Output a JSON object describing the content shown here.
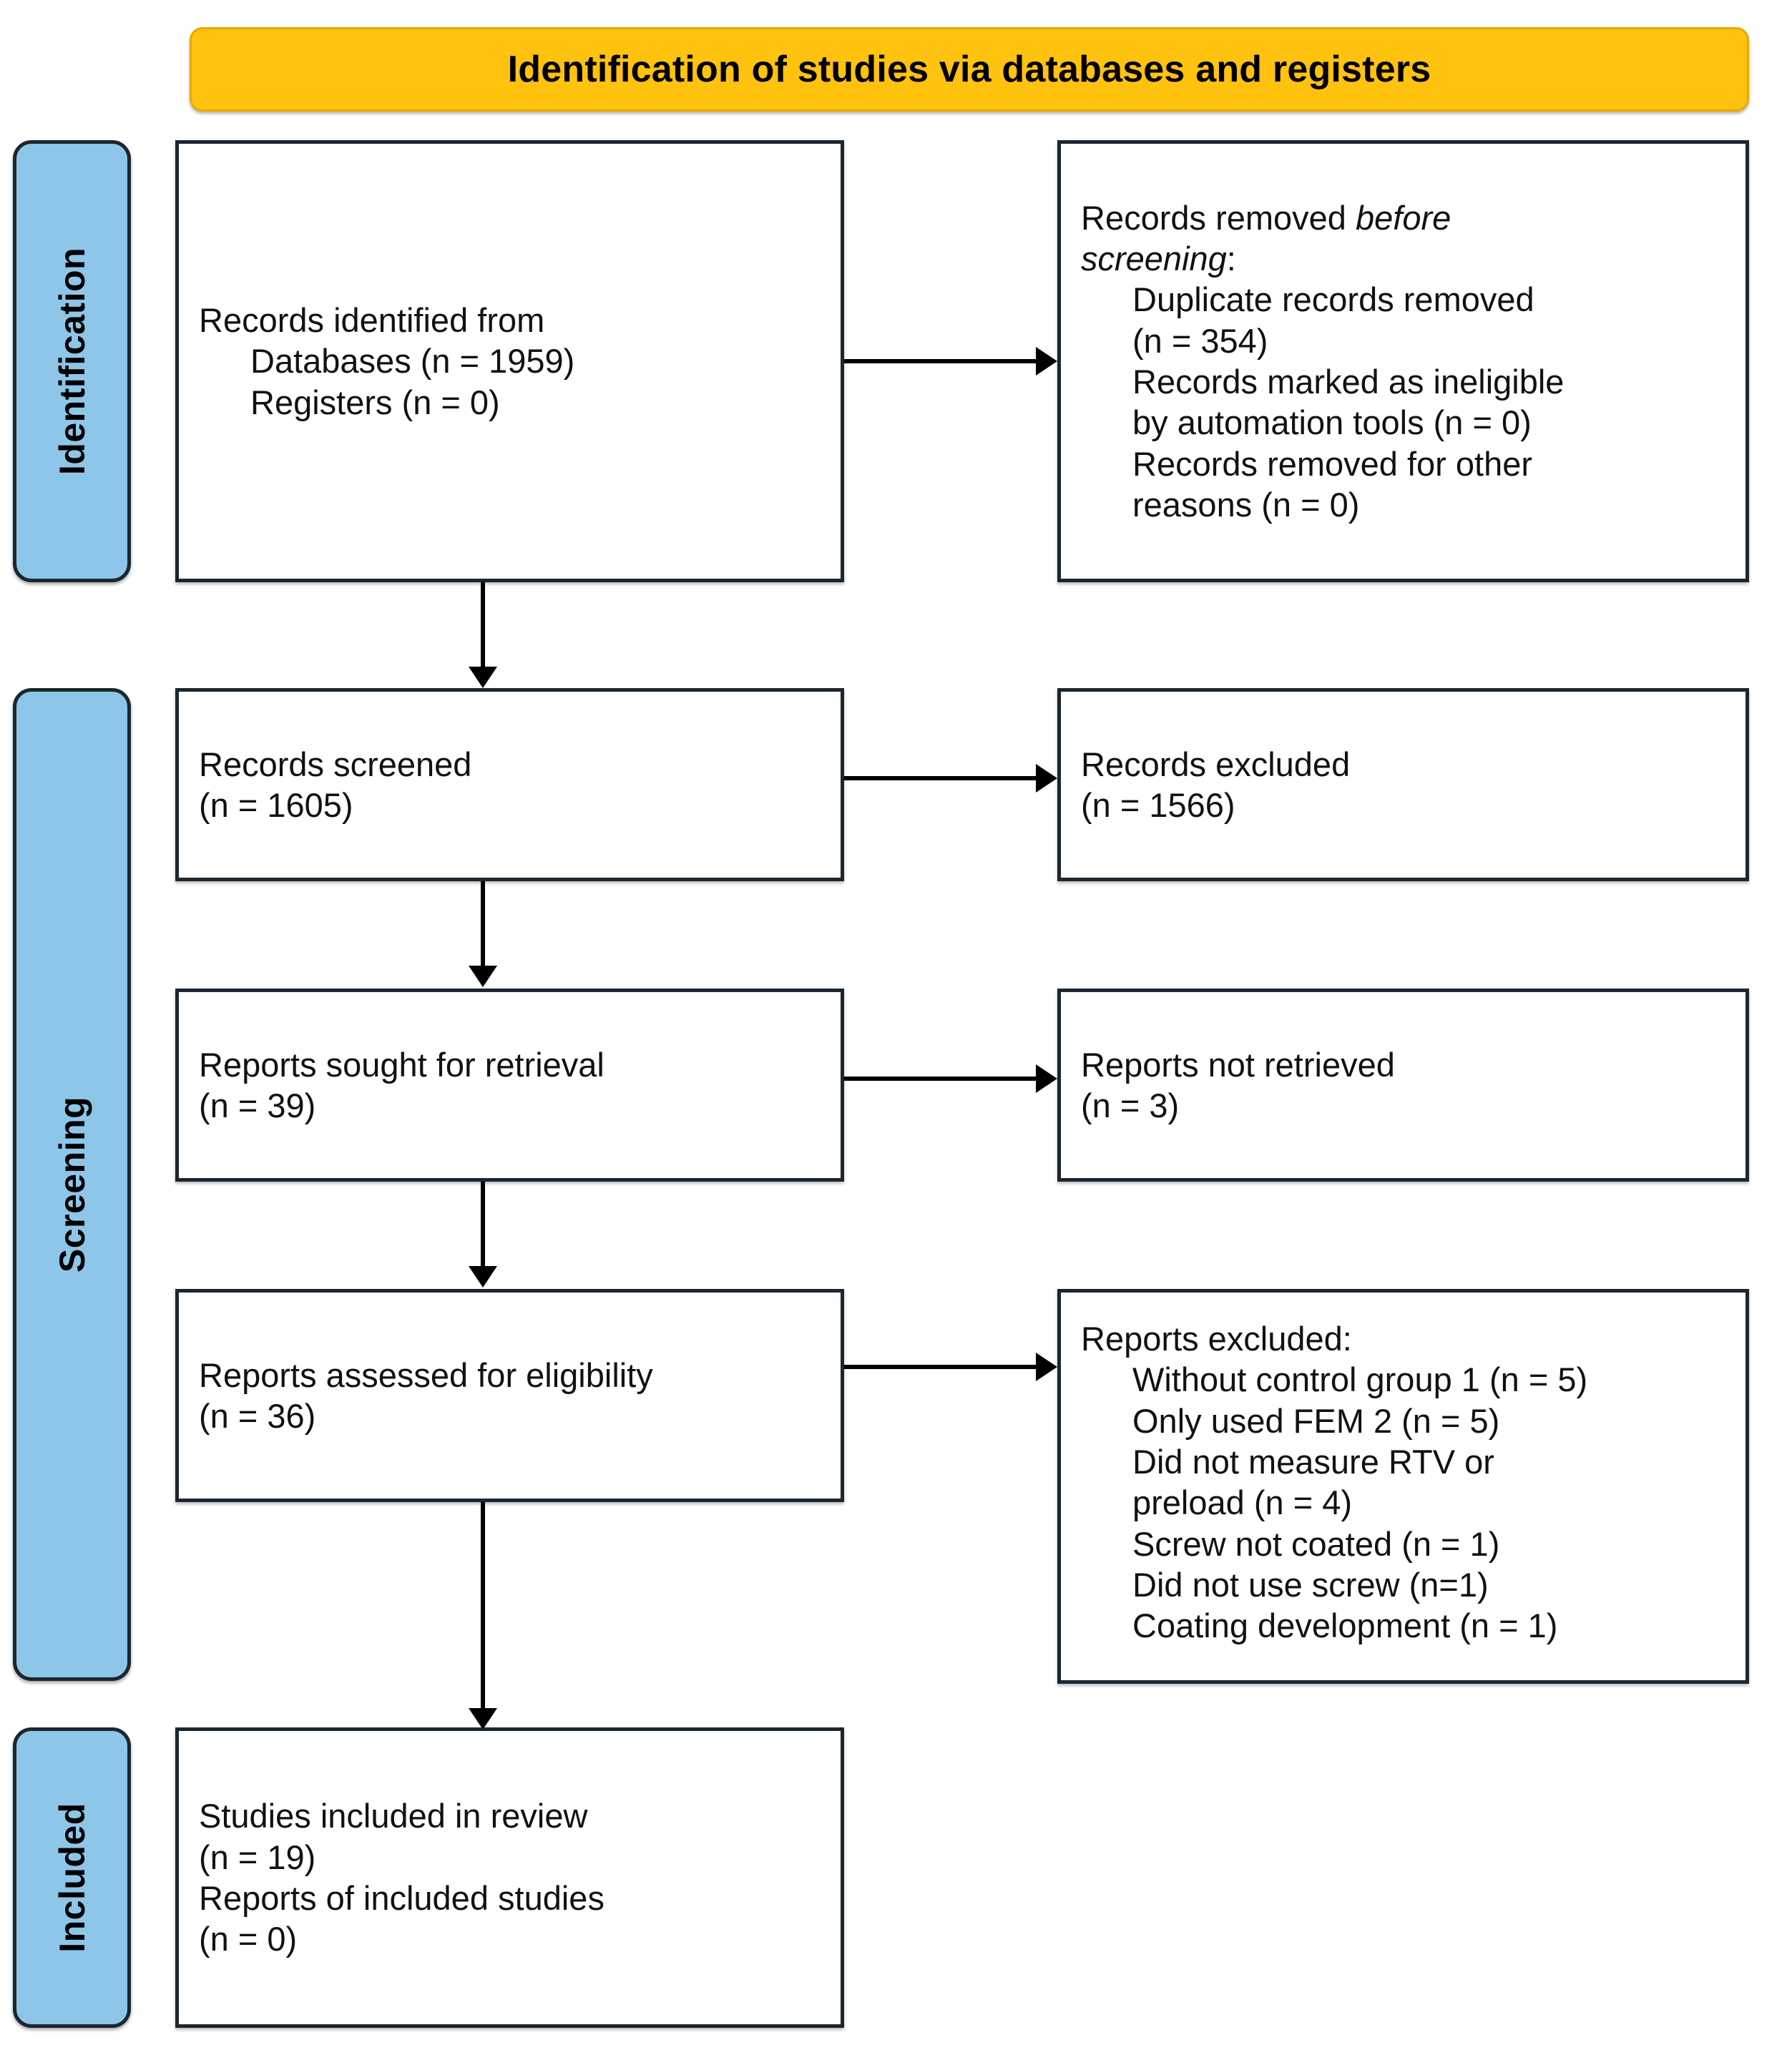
{
  "banner": {
    "title": "Identification of studies via databases and registers",
    "color": "#FFC20E"
  },
  "stages": [
    {
      "label": "Identification",
      "color": "#8DC6E8"
    },
    {
      "label": "Screening",
      "color": "#8DC6E8"
    },
    {
      "label": "Included",
      "color": "#8DC6E8"
    }
  ],
  "boxes": {
    "records_identified": {
      "l1": "Records identified from",
      "l2": "Databases (n = 1959)",
      "l3": "Registers (n = 0)"
    },
    "records_removed": {
      "l1a": "Records removed ",
      "l1b": "before",
      "l2a": "screening",
      "l2b": ":",
      "l3": "Duplicate records removed",
      "l4": "(n = 354)",
      "l5": "Records marked as ineligible",
      "l6": "by automation tools (n = 0)",
      "l7": "Records removed for other",
      "l8": "reasons (n = 0)"
    },
    "records_screened": {
      "l1": "Records screened",
      "l2": "(n = 1605)"
    },
    "records_excluded": {
      "l1": "Records excluded",
      "l2": "(n = 1566)"
    },
    "reports_sought": {
      "l1": "Reports sought for retrieval",
      "l2": "(n = 39)"
    },
    "reports_not_retrieved": {
      "l1": "Reports not retrieved",
      "l2": "(n = 3)"
    },
    "reports_assessed": {
      "l1": "Reports assessed for eligibility",
      "l2": "(n = 36)"
    },
    "reports_excluded": {
      "l1": "Reports excluded:",
      "l2": "Without control group 1 (n = 5)",
      "l3": "Only used FEM 2 (n = 5)",
      "l4": "Did not measure RTV or",
      "l5": "preload (n = 4)",
      "l6": "Screw not coated (n = 1)",
      "l7": "Did not use screw (n=1)",
      "l8": "Coating development (n = 1)"
    },
    "studies_included": {
      "l1": "Studies included in review",
      "l2": "(n = 19)",
      "l3": "Reports of included studies",
      "l4": "(n = 0)"
    }
  },
  "chart_data": {
    "type": "diagram",
    "title": "Identification of studies via databases and registers",
    "nodes": [
      {
        "id": "records_identified",
        "stage": "Identification",
        "column": "left",
        "n_databases": 1959,
        "n_registers": 0
      },
      {
        "id": "records_removed",
        "stage": "Identification",
        "column": "right",
        "n_duplicates": 354,
        "n_automation": 0,
        "n_other": 0
      },
      {
        "id": "records_screened",
        "stage": "Screening",
        "column": "left",
        "n": 1605
      },
      {
        "id": "records_excluded",
        "stage": "Screening",
        "column": "right",
        "n": 1566
      },
      {
        "id": "reports_sought",
        "stage": "Screening",
        "column": "left",
        "n": 39
      },
      {
        "id": "reports_not_retrieved",
        "stage": "Screening",
        "column": "right",
        "n": 3
      },
      {
        "id": "reports_assessed",
        "stage": "Screening",
        "column": "left",
        "n": 36
      },
      {
        "id": "reports_excluded",
        "stage": "Screening",
        "column": "right",
        "reasons": [
          {
            "label": "Without control group 1",
            "n": 5
          },
          {
            "label": "Only used FEM 2",
            "n": 5
          },
          {
            "label": "Did not measure RTV or preload",
            "n": 4
          },
          {
            "label": "Screw not coated",
            "n": 1
          },
          {
            "label": "Did not use screw",
            "n": 1
          },
          {
            "label": "Coating development",
            "n": 1
          }
        ]
      },
      {
        "id": "studies_included",
        "stage": "Included",
        "column": "left",
        "n_studies": 19,
        "n_reports": 0
      }
    ],
    "edges": [
      {
        "from": "records_identified",
        "to": "records_removed",
        "dir": "right"
      },
      {
        "from": "records_identified",
        "to": "records_screened",
        "dir": "down"
      },
      {
        "from": "records_screened",
        "to": "records_excluded",
        "dir": "right"
      },
      {
        "from": "records_screened",
        "to": "reports_sought",
        "dir": "down"
      },
      {
        "from": "reports_sought",
        "to": "reports_not_retrieved",
        "dir": "right"
      },
      {
        "from": "reports_sought",
        "to": "reports_assessed",
        "dir": "down"
      },
      {
        "from": "reports_assessed",
        "to": "reports_excluded",
        "dir": "right"
      },
      {
        "from": "reports_assessed",
        "to": "studies_included",
        "dir": "down"
      }
    ]
  }
}
